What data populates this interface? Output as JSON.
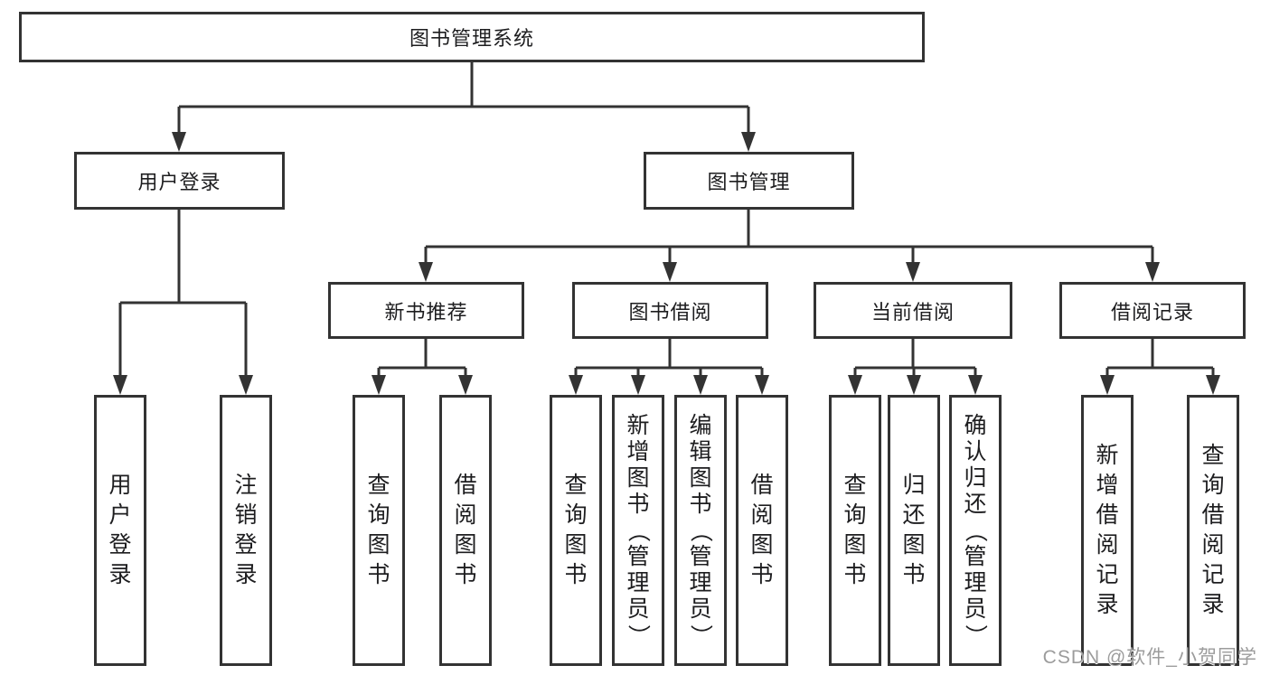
{
  "tree": {
    "label": "图书管理系统",
    "children": [
      {
        "label": "用户登录",
        "children": [
          {
            "label": "用户登录"
          },
          {
            "label": "注销登录"
          }
        ]
      },
      {
        "label": "图书管理",
        "children": [
          {
            "label": "新书推荐",
            "children": [
              {
                "label": "查询图书"
              },
              {
                "label": "借阅图书"
              }
            ]
          },
          {
            "label": "图书借阅",
            "children": [
              {
                "label": "查询图书"
              },
              {
                "label": "新增图书（管理员）"
              },
              {
                "label": "编辑图书（管理员）"
              },
              {
                "label": "借阅图书"
              }
            ]
          },
          {
            "label": "当前借阅",
            "children": [
              {
                "label": "查询图书"
              },
              {
                "label": "归还图书"
              },
              {
                "label": "确认归还（管理员）"
              }
            ]
          },
          {
            "label": "借阅记录",
            "children": [
              {
                "label": "新增借阅记录"
              },
              {
                "label": "查询借阅记录"
              }
            ]
          }
        ]
      }
    ]
  },
  "colors": {
    "line": "#333333",
    "box_border": "#333333",
    "text": "#1d1d1f",
    "background": "#ffffff",
    "watermark": "#9c9c9c"
  },
  "watermark": "CSDN @软件_小贺同学"
}
